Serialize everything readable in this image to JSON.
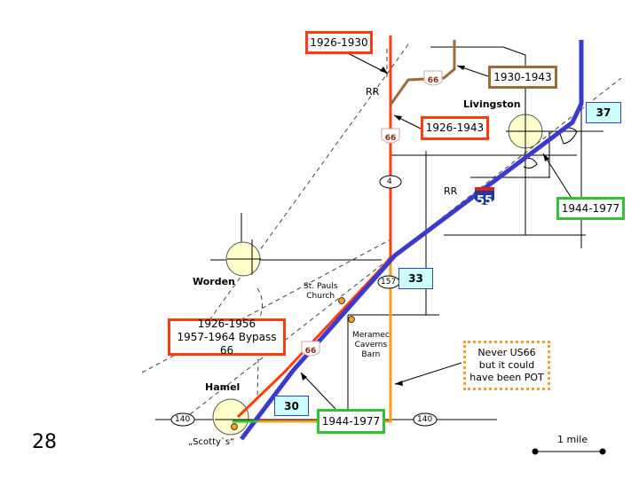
{
  "slide": {
    "number": "28"
  },
  "colors": {
    "route_1926_1943": "#ff3b10",
    "route_1930_1943": "#9c6b3c",
    "route_i55": "#3a3acc",
    "route_1944_1977_green": "#33c233",
    "route_never_us66": "#f5a020",
    "town_fill": "#ffffcc",
    "exit_fill": "#ccffff"
  },
  "towns": [
    {
      "name": "Livingston"
    },
    {
      "name": "Worden"
    },
    {
      "name": "Hamel"
    }
  ],
  "labels": {
    "rr_north": "RR",
    "rr_middle": "RR",
    "st_pauls_church": [
      "St. Pauls",
      "Church"
    ],
    "meramec_caverns_barn": [
      "Meramec",
      "Caverns",
      "Barn"
    ],
    "scottys": "„Scotty`s“"
  },
  "annotations": [
    {
      "id": "1926-1930",
      "text": "1926-1930",
      "style": "red"
    },
    {
      "id": "1930-1943",
      "text": "1930-1943",
      "style": "brown"
    },
    {
      "id": "1926-1943",
      "text": "1926-1943",
      "style": "red"
    },
    {
      "id": "1944-1977-north",
      "text": "1944-1977",
      "style": "green"
    },
    {
      "id": "1926-1956",
      "lines": [
        "1926-1956",
        "1957-1964 Bypass 66"
      ],
      "style": "red"
    },
    {
      "id": "never-us66",
      "lines": [
        "Never US66",
        "but it could",
        "have been POT"
      ],
      "style": "dotted-orange"
    },
    {
      "id": "1944-1977-south",
      "text": "1944-1977",
      "style": "green"
    }
  ],
  "exits": [
    {
      "number": "37"
    },
    {
      "number": "33"
    },
    {
      "number": "30"
    }
  ],
  "route_shields": {
    "us66": "66",
    "i55": "55",
    "state_routes": [
      "4",
      "157",
      "140",
      "140"
    ]
  },
  "scale": {
    "label": "1 mile"
  }
}
